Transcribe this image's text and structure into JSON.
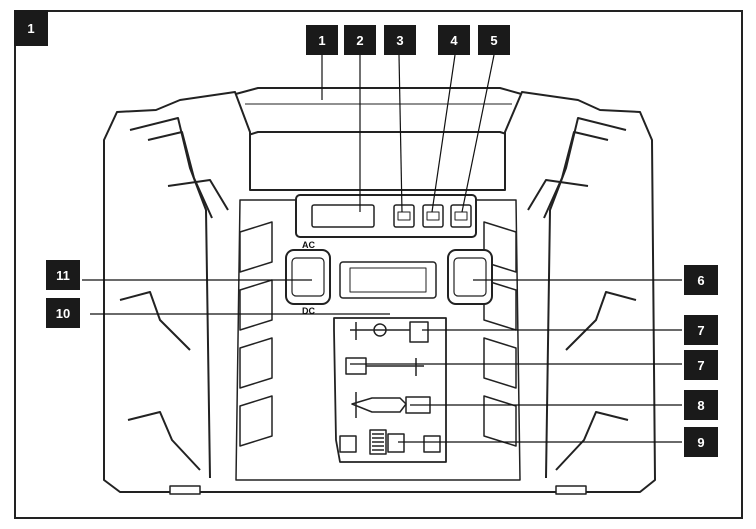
{
  "figure_number": "1",
  "panel_labels": {
    "ac": "AC",
    "dc": "DC"
  },
  "callouts": {
    "c1": "1",
    "c2": "2",
    "c3": "3",
    "c4": "4",
    "c5": "5",
    "c6": "6",
    "c7a": "7",
    "c7b": "7",
    "c8": "8",
    "c9": "9",
    "c10": "10",
    "c11": "11"
  }
}
